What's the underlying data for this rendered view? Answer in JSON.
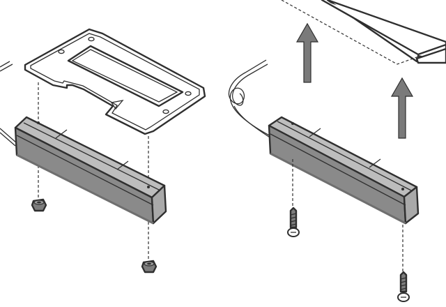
{
  "figure": {
    "left_panel": {
      "parts": [
        "mounting-bracket",
        "sensor-unit",
        "hex-nut",
        "hex-nut"
      ]
    },
    "right_panel": {
      "parts": [
        "sensor-unit",
        "screw",
        "screw",
        "mounting-surface",
        "lift-arrow",
        "lift-arrow"
      ]
    }
  },
  "colors": {
    "outline": "#2f2f2f",
    "housing_top": "#bdbdbd",
    "housing_front": "#8a8a8a",
    "housing_end": "#a9a9a9",
    "fastener": "#7d7d7d",
    "arrow": "#7a7a7a",
    "plate": "#ffffff",
    "background": "#ffffff"
  }
}
